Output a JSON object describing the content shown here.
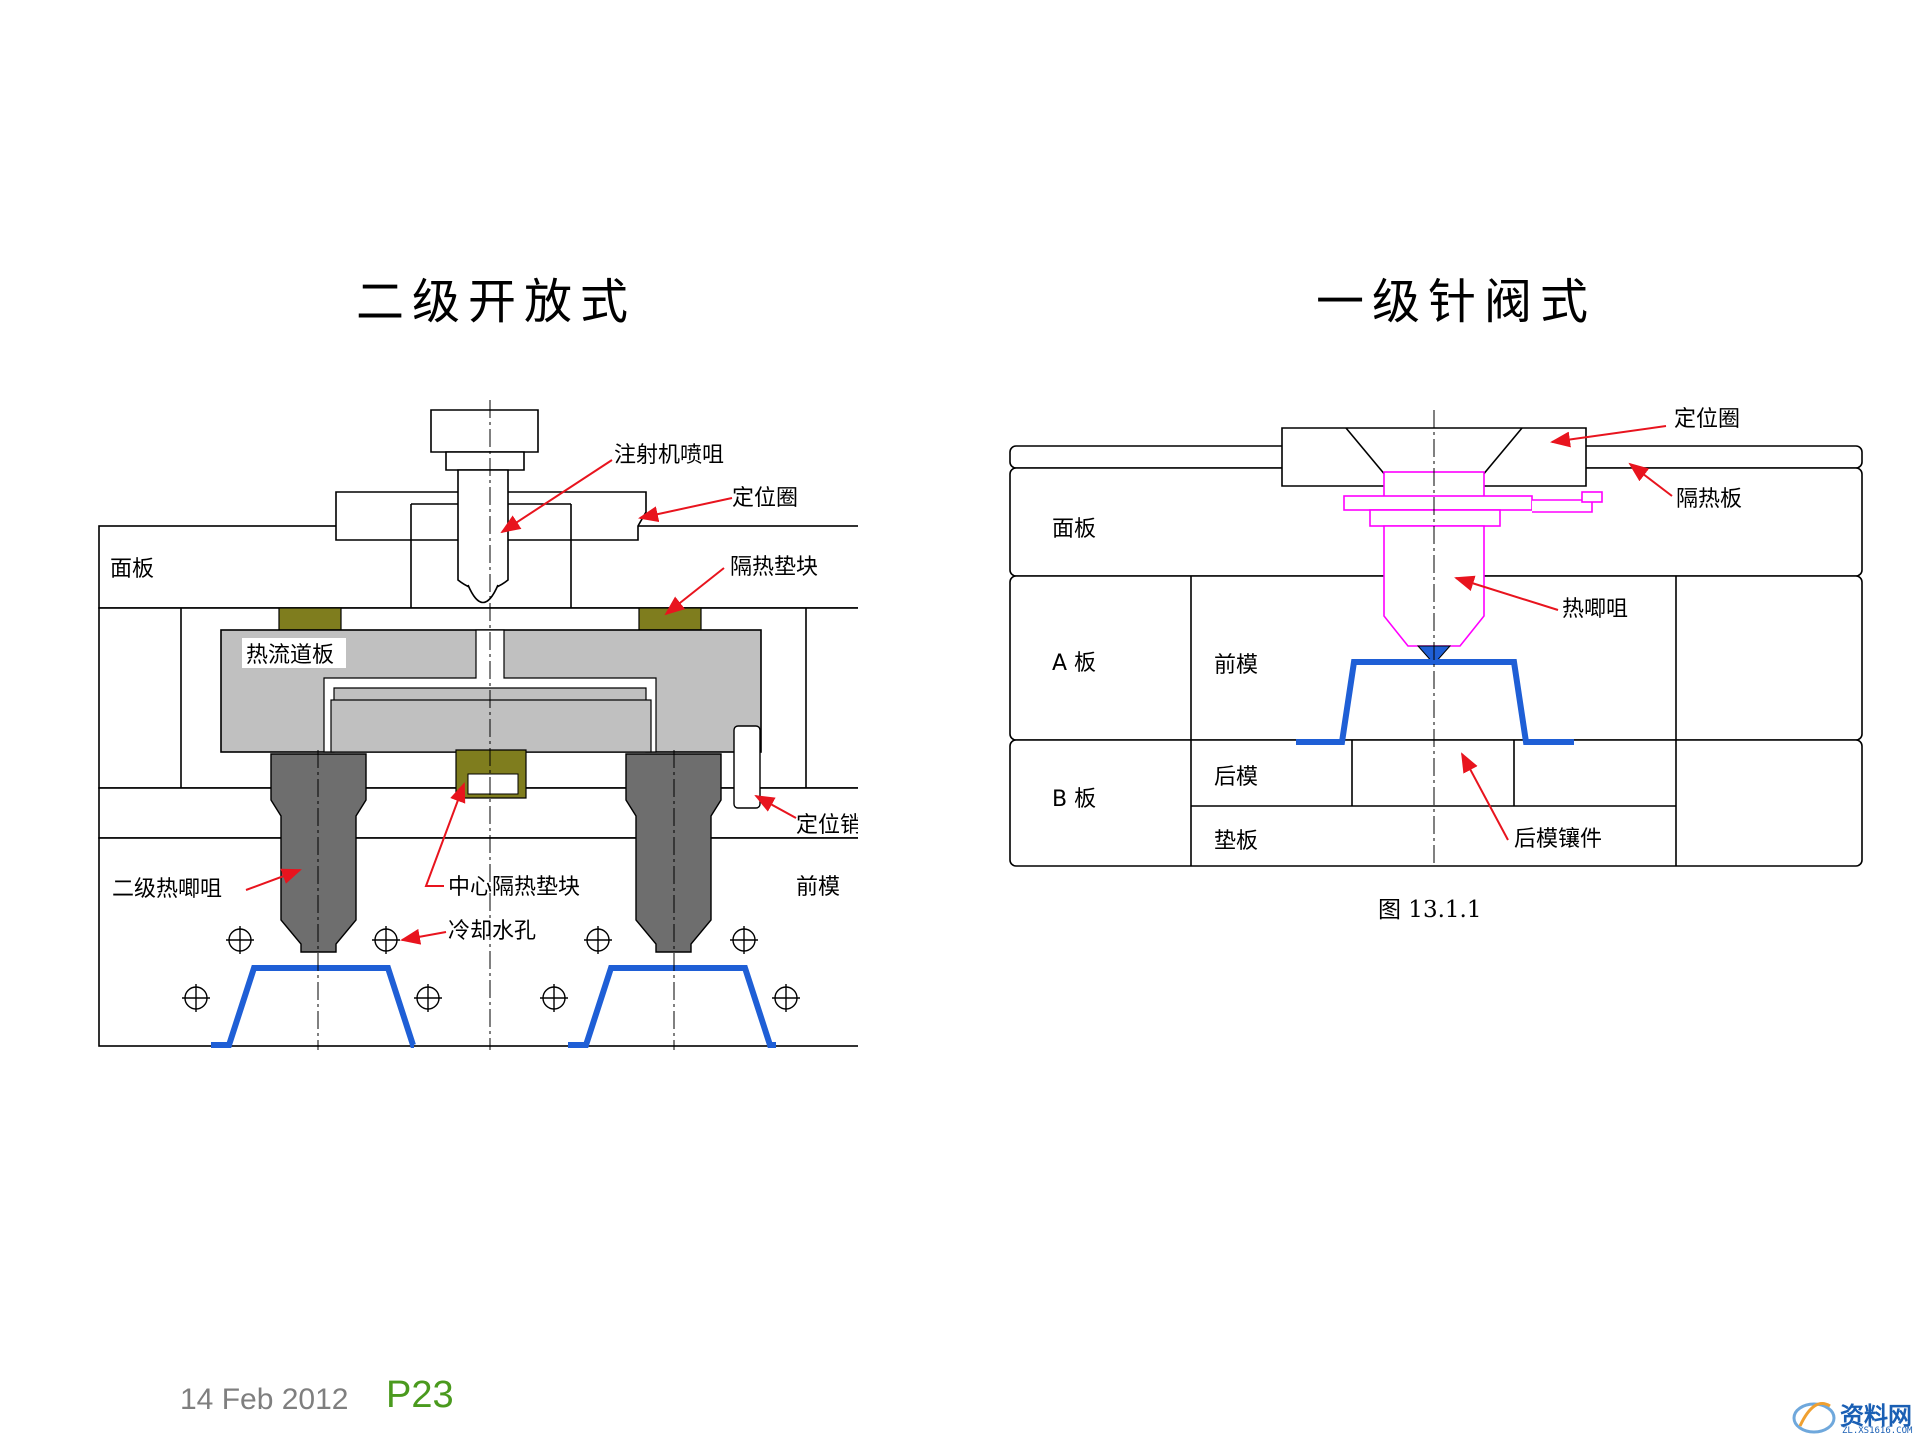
{
  "titles": {
    "left": "二级开放式",
    "right": "一级针阀式"
  },
  "left_labels": {
    "injection_nozzle": "注射机喷咀",
    "locating_ring": "定位圈",
    "top_plate": "面板",
    "insulation_pad": "隔热垫块",
    "manifold": "热流道板",
    "locating_pin": "定位销",
    "secondary_nozzle": "二级热唧咀",
    "center_pad": "中心隔热垫块",
    "cavity": "前模",
    "cooling_hole": "冷却水孔"
  },
  "right_labels": {
    "locating_ring": "定位圈",
    "insulation_plate": "隔热板",
    "top_plate": "面板",
    "hot_nozzle": "热唧咀",
    "a_plate": "A 板",
    "cavity": "前模",
    "b_plate": "B 板",
    "core": "后模",
    "core_insert": "后模镶件",
    "spacer_plate": "垫板"
  },
  "caption": "图 13.1.1",
  "footer": {
    "date": "14 Feb 2012",
    "page": "P23"
  },
  "logo": {
    "text": "资料网",
    "sub": "ZL.XS1616.COM"
  },
  "colors": {
    "line": "#000000",
    "manifold_fill": "#c0c0c0",
    "nozzle_fill": "#6e6e6e",
    "pad_fill": "#7f7d1e",
    "part_blue": "#1f5fd6",
    "arrow_red": "#e8141e",
    "valve_magenta": "#ff00ff",
    "page_green": "#4a9a1e"
  }
}
